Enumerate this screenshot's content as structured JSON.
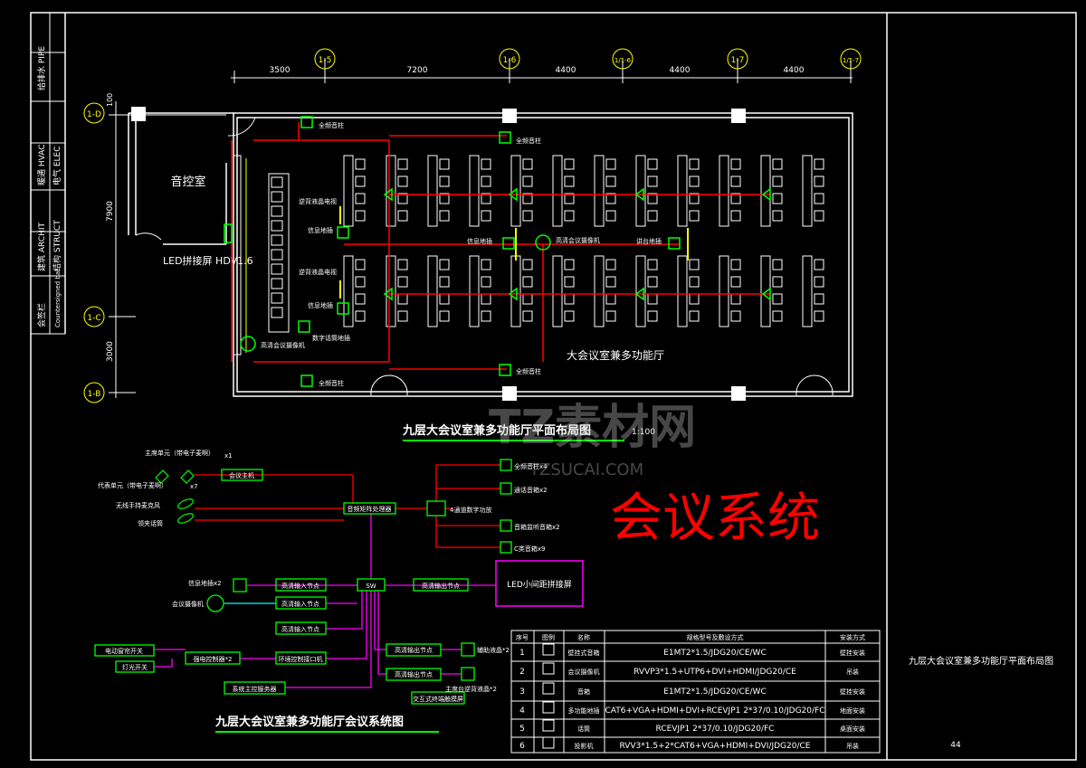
{
  "sheet": {
    "title_block_right": "九层大会议室兼多功能厅平面布局图",
    "page_number": "44",
    "left_strip": [
      "会签栏",
      "Countersigned bar",
      "建筑 ARCHIT",
      "结构 STRUCT",
      "暖通 HVAC",
      "电气 ELEC",
      "给排水 PIPE"
    ]
  },
  "plan": {
    "axes_top": [
      "1-5",
      "1-6",
      "1/1-6",
      "1-7",
      "1/1-7"
    ],
    "axes_left": [
      "1-D",
      "1-C",
      "1-B"
    ],
    "dims_top": [
      "3500",
      "7200",
      "4400",
      "4400",
      "4400"
    ],
    "dims_left": [
      "100",
      "7900",
      "3000"
    ],
    "room_control": "音控室",
    "room_main": "大会议室兼多功能厅",
    "led_label": "LED拼接屏 HDV1.6",
    "labels": {
      "full_speaker": "全频音柱",
      "lcd_tv": "逆背液晶电视",
      "info_box": "信息地插",
      "hd_camera": "高清会议摄像机",
      "digital_box": "数字话筒地插",
      "lectern": "讲台地插"
    },
    "title": "九层大会议室兼多功能厅平面布局图",
    "scale": "1:100"
  },
  "system": {
    "title": "九层大会议室兼多功能厅会议系统图",
    "big_title": "会议系统",
    "watermark_cn": "TZ素材网",
    "watermark_en": "TZSUCAI.COM",
    "left_items": [
      "主席单元（带电子麦啊）",
      "代表单元（带电子麦啊）",
      "无线手持麦克风",
      "领夹话筒"
    ],
    "x1": "x1",
    "x7": "x7",
    "host": "会议主机",
    "processor": "音频矩阵处理器",
    "amp_label": "4通道数字功放",
    "right_outputs": [
      "全频音柱x4",
      "通话音箱x2",
      "音箱监听音箱x2",
      "C类音箱x9"
    ],
    "info_box_in": "信息地插x2",
    "hd_camera_in": "会议摄像机",
    "nodes_in": [
      "高清输入节点",
      "高清输入节点",
      "高清输入节点"
    ],
    "sw": "SW",
    "node_out": "高清输出节点",
    "led_screen": "LED小间距拼接屏",
    "curtain": "电动窗帘开关",
    "light": "灯光开关",
    "relay": "强电控制器*2",
    "env_ctrl": "环境控制接口机",
    "server": "系统主控服务器",
    "out_nodes": [
      "高清输出节点",
      "高清输出节点"
    ],
    "out_tv1": "辅助液晶*2",
    "out_tv2": "主席台逆背液晶*2",
    "touch": "交互式终端触摸屏"
  },
  "legend": {
    "headers": [
      "序号",
      "图例",
      "名称",
      "规格型号及敷设方式",
      "安装方式"
    ],
    "rows": [
      {
        "no": "1",
        "name": "壁挂式音箱",
        "spec": "E1MT2*1.5/JDG20/CE/WC",
        "mount": "壁挂安装"
      },
      {
        "no": "2",
        "name": "会议摄像机",
        "spec": "RVVP3*1.5+UTP6+DVI+HDMI/JDG20/CE",
        "mount": "吊装"
      },
      {
        "no": "3",
        "name": "音箱",
        "spec": "E1MT2*1.5/JDG20/CE/WC",
        "mount": "壁挂安装"
      },
      {
        "no": "4",
        "name": "多功能地插",
        "spec": "CAT6+VGA+HDMI+DVI+RCEVJP1 2*37/0.10/JDG20/FC",
        "mount": "地面安装"
      },
      {
        "no": "5",
        "name": "话筒",
        "spec": "RCEVJP1 2*37/0.10/JDG20/FC",
        "mount": "桌面安装"
      },
      {
        "no": "6",
        "name": "投影机",
        "spec": "RVV3*1.5+2*CAT6+VGA+HDMI+DVI/JDG20/CE",
        "mount": "吊装"
      }
    ]
  }
}
